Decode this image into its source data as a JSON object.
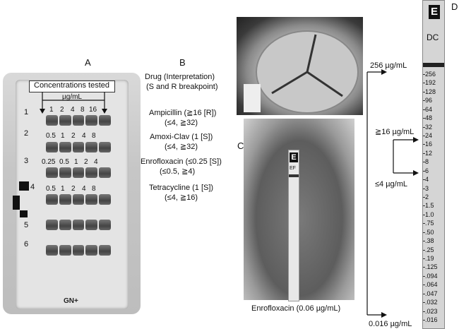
{
  "panels": {
    "a": "A",
    "b": "B",
    "c": "C",
    "d": "D"
  },
  "plate": {
    "concentrations_tested": "Concentrations tested",
    "unit": "µg/mL",
    "rows": [
      {
        "num": "1",
        "concs": [
          "1",
          "2",
          "4",
          "8",
          "16"
        ]
      },
      {
        "num": "2",
        "concs": [
          "0.5",
          "1",
          "2",
          "4",
          "8"
        ]
      },
      {
        "num": "3",
        "concs": [
          "0.25",
          "0.5",
          "1",
          "2",
          "4"
        ]
      },
      {
        "num": "4",
        "concs": [
          "0.5",
          "1",
          "2",
          "4",
          "8"
        ]
      },
      {
        "num": "5",
        "concs": []
      },
      {
        "num": "6",
        "concs": []
      }
    ],
    "bottom_mark": "GN+"
  },
  "drugs": {
    "header1": "Drug (Interpretation)",
    "header2": "(S and R breakpoint)",
    "items": [
      {
        "name": "Ampicillin (≧16 [R])",
        "bp": "(≤4, ≧32)"
      },
      {
        "name": "Amoxi-Clav (1 [S])",
        "bp": "(≤4, ≧32)"
      },
      {
        "name": "Enrofloxacin (≤0.25 [S])",
        "bp": "(≤0.5, ≧4)"
      },
      {
        "name": "Tetracycline (1 [S])",
        "bp": "(≤4, ≧16)"
      }
    ]
  },
  "photo_c": {
    "caption": "Enrofloxacin (0.06 µg/mL)",
    "strip_code": "EF"
  },
  "scale": {
    "top": "256 µg/mL",
    "r_break": "≧16 µg/mL",
    "s_break": "≤4 µg/mL",
    "bottom": "0.016 µg/mL"
  },
  "strip_d": {
    "logo": "E",
    "code": "DC",
    "ticks": [
      "256",
      "192",
      "128",
      "96",
      "64",
      "48",
      "32",
      "24",
      "16",
      "12",
      "8",
      "6",
      "4",
      "3",
      "2",
      "1.5",
      "1.0",
      ".75",
      ".50",
      ".38",
      ".25",
      ".19",
      ".125",
      ".094",
      ".064",
      ".047",
      ".032",
      ".023",
      ".016"
    ]
  }
}
